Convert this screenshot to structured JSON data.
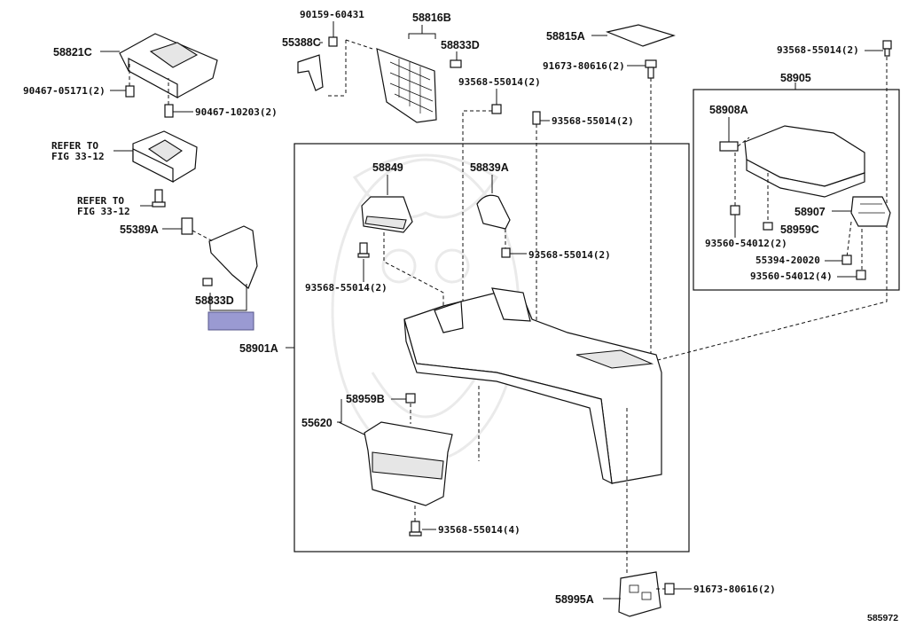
{
  "labels": {
    "p58821C": "58821C",
    "p90467_05171": "90467-05171(2)",
    "p90467_10203": "90467-10203(2)",
    "refer1_line1": "REFER TO",
    "refer1_line2": "FIG 33-12",
    "refer2_line1": "REFER TO",
    "refer2_line2": "FIG 33-12",
    "p55389A": "55389A",
    "p58833D_a": "58833D",
    "p90159": "90159-60431",
    "p55388C": "55388C",
    "p58816B": "58816B",
    "p58833D_b": "58833D",
    "p93568_top_mid": "93568-55014(2)",
    "p93568_top_right_mid": "93568-55014(2)",
    "p58815A": "58815A",
    "p91673_top": "91673-80616(2)",
    "p93568_far_right": "93568-55014(2)",
    "p58905": "58905",
    "p58908A": "58908A",
    "p58907": "58907",
    "p58959C": "58959C",
    "p93560_2": "93560-54012(2)",
    "p55394": "55394-20020",
    "p93560_4": "93560-54012(4)",
    "p58849": "58849",
    "p58839A": "58839A",
    "p93568_58849": "93568-55014(2)",
    "p93568_58839A": "93568-55014(2)",
    "p58901A": "58901A",
    "p58959B": "58959B",
    "p55620": "55620",
    "p93568_bottom": "93568-55014(4)",
    "p58995A": "58995A",
    "p91673_bottom": "91673-80616(2)",
    "diagram_no": "585972"
  },
  "colors": {
    "ink": "#111111",
    "highlight_box": "#9a9ad2"
  }
}
